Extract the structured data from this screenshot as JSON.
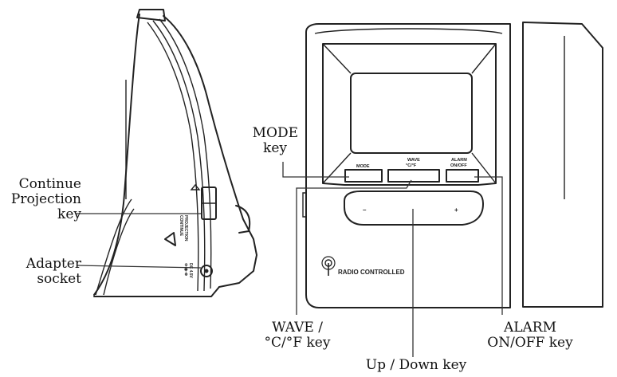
{
  "labels": {
    "mode_key": [
      "MODE",
      "key"
    ],
    "continue_projection_key": [
      "Continue",
      "Projection",
      "key"
    ],
    "adapter_socket": [
      "Adapter",
      "socket"
    ],
    "wave_key": [
      "WAVE /",
      "°C/°F key"
    ],
    "up_down_key": "Up / Down key",
    "alarm_key": [
      "ALARM",
      "ON/OFF key"
    ]
  },
  "device_text": {
    "mode_button": "MODE",
    "wave_button": [
      "WAVE",
      "°C/°F"
    ],
    "alarm_button": [
      "ALARM",
      "ON/OFF"
    ],
    "minus": "–",
    "plus": "+",
    "radio_controlled": "RADIO CONTROLLED",
    "side_projection": [
      "PROJECTION",
      "CONTINUE"
    ],
    "side_dc": [
      "DC 4.5V",
      "⊖-◉-⊕"
    ]
  },
  "colors": {
    "ink": "#222222",
    "background": "#ffffff"
  }
}
